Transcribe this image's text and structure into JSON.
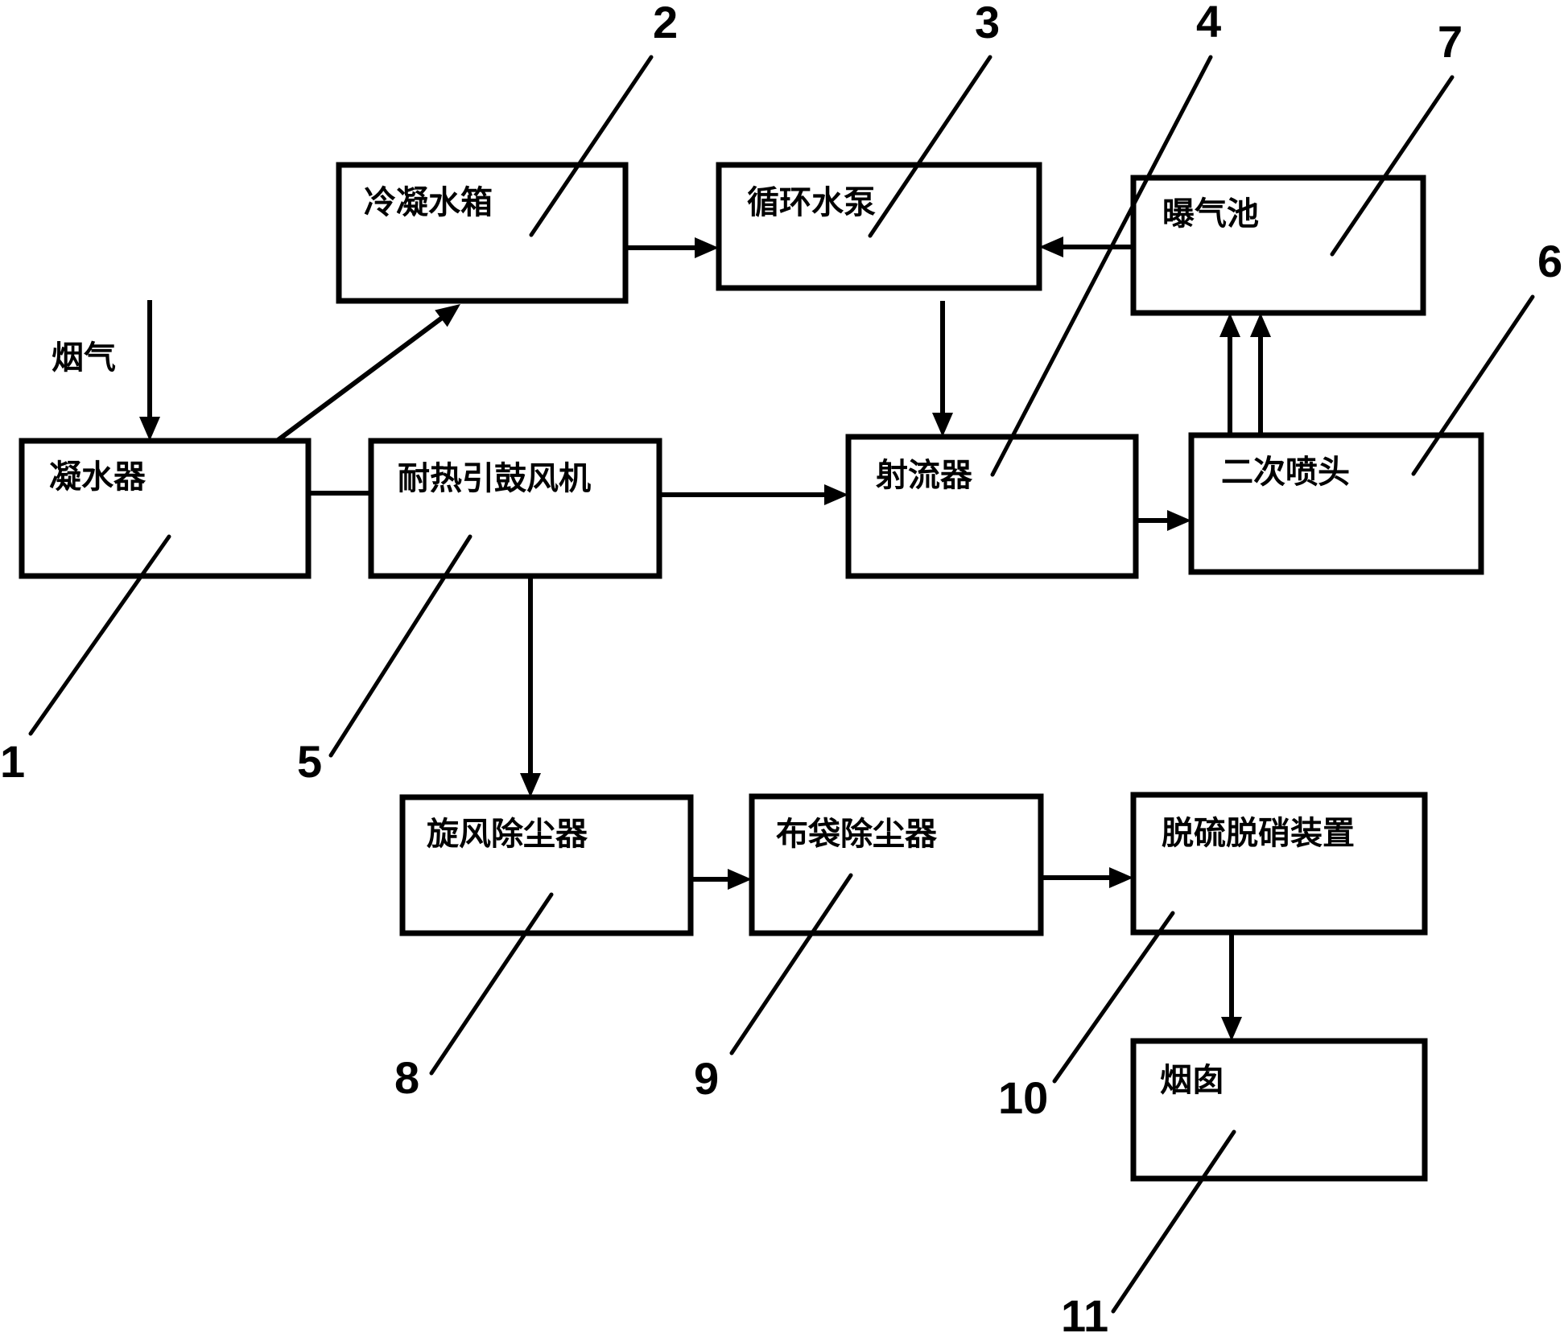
{
  "diagram": {
    "type": "process-flow-block-diagram",
    "input": {
      "label": "烟气",
      "target_id": "1"
    },
    "components": [
      {
        "id": "1",
        "label": "凝水器",
        "ref": "1"
      },
      {
        "id": "2",
        "label": "冷凝水箱",
        "ref": "2"
      },
      {
        "id": "3",
        "label": "循环水泵",
        "ref": "3"
      },
      {
        "id": "4",
        "label": "射流器",
        "ref": "4"
      },
      {
        "id": "5",
        "label": "耐热引鼓风机",
        "ref": "5"
      },
      {
        "id": "6",
        "label": "二次喷头",
        "ref": "6"
      },
      {
        "id": "7",
        "label": "曝气池",
        "ref": "7"
      },
      {
        "id": "8",
        "label": "旋风除尘器",
        "ref": "8"
      },
      {
        "id": "9",
        "label": "布袋除尘器",
        "ref": "9"
      },
      {
        "id": "10",
        "label": "脱硫脱硝装置",
        "ref": "10"
      },
      {
        "id": "11",
        "label": "烟囱",
        "ref": "11"
      }
    ],
    "connections": [
      {
        "from": "input",
        "to": "1",
        "arrow": true
      },
      {
        "from": "1",
        "to": "2",
        "arrow": true
      },
      {
        "from": "1",
        "to": "5",
        "arrow": false
      },
      {
        "from": "2",
        "to": "3",
        "arrow": true
      },
      {
        "from": "7",
        "to": "3",
        "arrow": true
      },
      {
        "from": "3",
        "to": "4",
        "arrow": true
      },
      {
        "from": "5",
        "to": "4",
        "arrow": true
      },
      {
        "from": "4",
        "to": "6",
        "arrow": true
      },
      {
        "from": "6",
        "to": "7",
        "arrow": true,
        "count": 2
      },
      {
        "from": "5",
        "to": "8",
        "arrow": true
      },
      {
        "from": "8",
        "to": "9",
        "arrow": true
      },
      {
        "from": "9",
        "to": "10",
        "arrow": true
      },
      {
        "from": "10",
        "to": "11",
        "arrow": true
      }
    ],
    "colors": {
      "stroke": "#000000",
      "background": "#ffffff"
    }
  }
}
